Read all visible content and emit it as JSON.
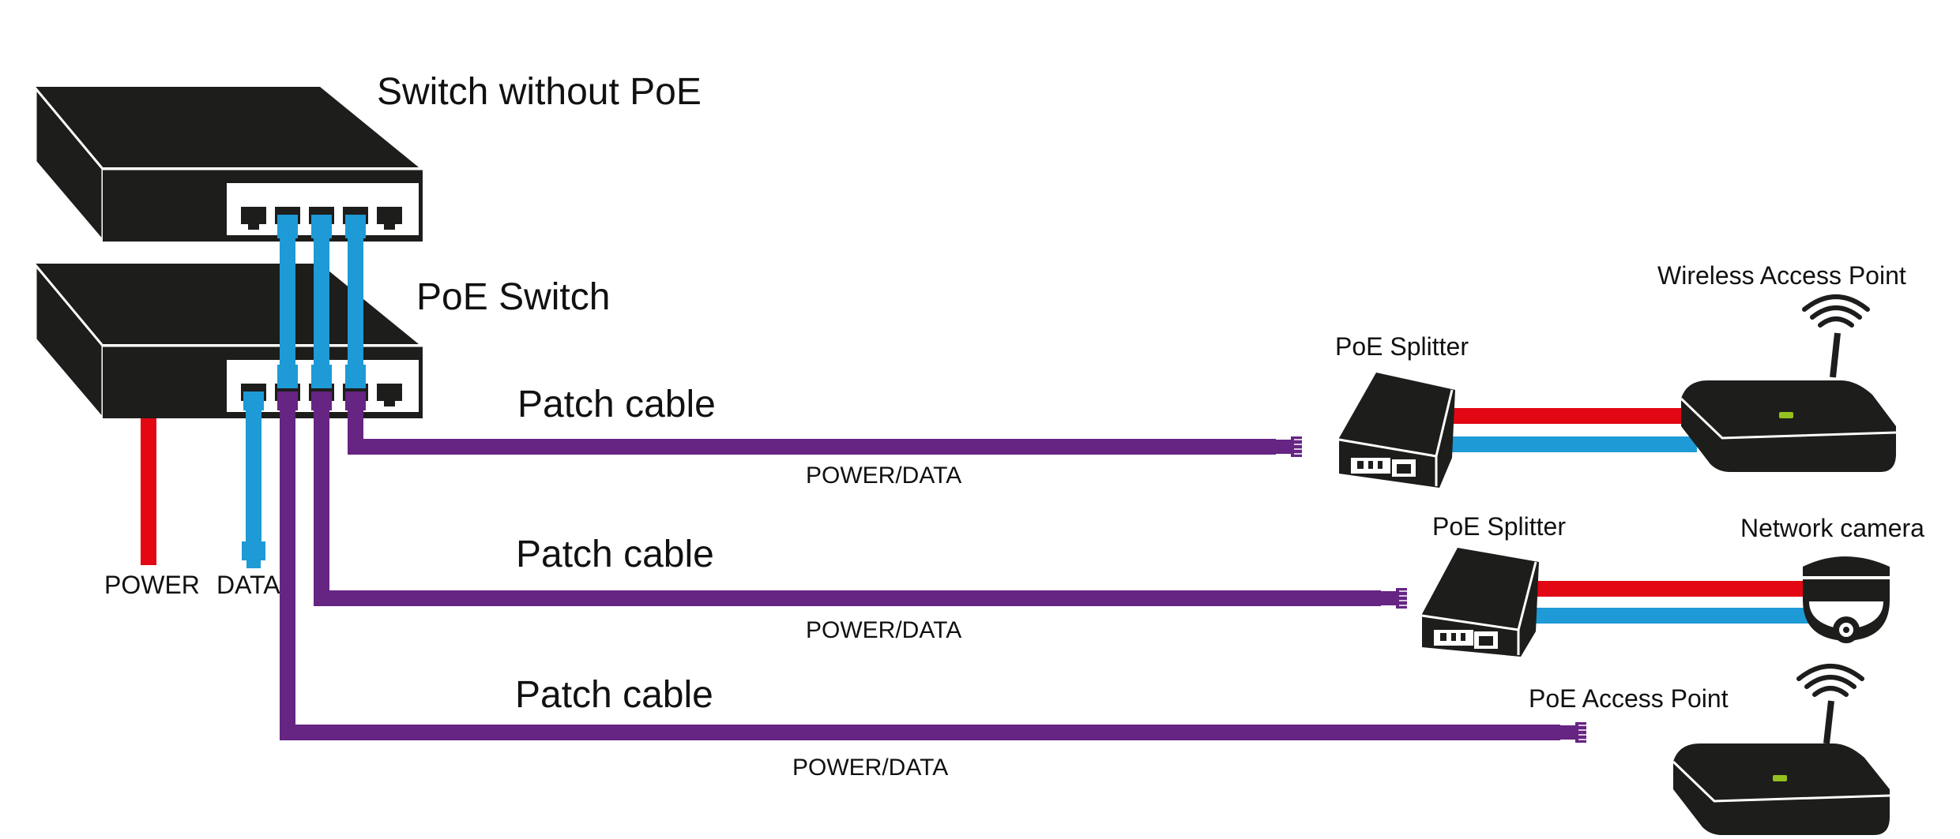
{
  "labels": {
    "switch_without_poe": "Switch without PoE",
    "poe_switch": "PoE Switch",
    "patch_cable_1": "Patch cable",
    "patch_cable_2": "Patch cable",
    "patch_cable_3": "Patch cable",
    "power_data_1": "POWER/DATA",
    "power_data_2": "POWER/DATA",
    "power_data_3": "POWER/DATA",
    "power": "POWER",
    "data": "DATA",
    "poe_splitter_1": "PoE Splitter",
    "poe_splitter_2": "PoE Splitter",
    "wireless_access_point": "Wireless Access Point",
    "network_camera": "Network camera",
    "poe_access_point": "PoE Access Point"
  },
  "colors": {
    "device": "#1d1d1b",
    "power": "#e30613",
    "data": "#1e9ad6",
    "poe": "#662483",
    "led": "#95c11f"
  },
  "icons": [
    "switch-icon",
    "rj45-port-icon",
    "poe-splitter-icon",
    "access-point-icon",
    "wifi-icon",
    "dome-camera-icon",
    "rj45-plug-icon"
  ]
}
